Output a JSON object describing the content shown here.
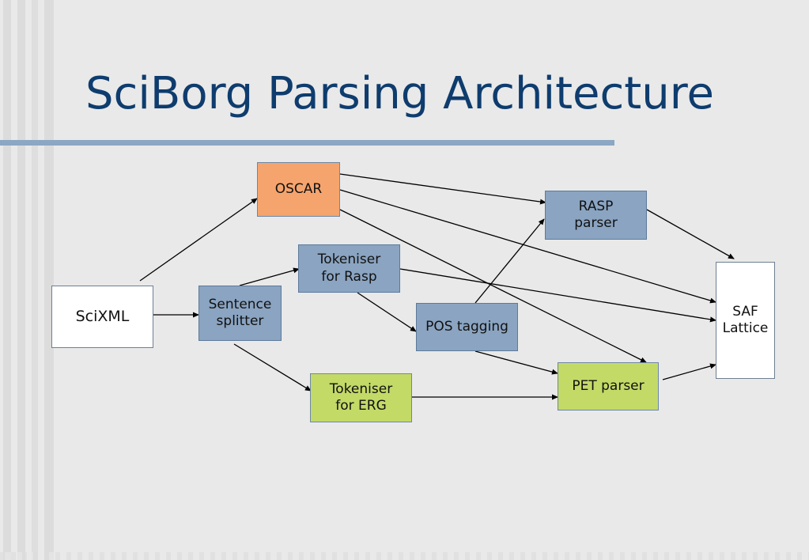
{
  "slide": {
    "title": "SciBorg Parsing Architecture"
  },
  "colors": {
    "title": "#0e3c6e",
    "rule": "#8ca7c3",
    "blue_box": "#8aa4c1",
    "orange_box": "#f6a46d",
    "green_box": "#c3da67",
    "white_box": "#ffffff",
    "arrow": "#000000"
  },
  "nodes": {
    "scixml": "SciXML",
    "oscar": "OSCAR",
    "sentence_splitter": "Sentence\nsplitter",
    "tokeniser_rasp": "Tokeniser\nfor Rasp",
    "tokeniser_erg": "Tokeniser\nfor ERG",
    "pos_tagging": "POS tagging",
    "rasp_parser": "RASP\nparser",
    "pet_parser": "PET parser",
    "saf_lattice": "SAF\nLattice"
  },
  "edges": [
    {
      "from": "SciXML",
      "to": "OSCAR"
    },
    {
      "from": "SciXML",
      "to": "Sentence splitter"
    },
    {
      "from": "Sentence splitter",
      "to": "Tokeniser for Rasp"
    },
    {
      "from": "Sentence splitter",
      "to": "Tokeniser for ERG"
    },
    {
      "from": "Tokeniser for Rasp",
      "to": "POS tagging"
    },
    {
      "from": "Tokeniser for Rasp",
      "to": "SAF Lattice"
    },
    {
      "from": "Tokeniser for ERG",
      "to": "PET parser"
    },
    {
      "from": "POS tagging",
      "to": "RASP parser"
    },
    {
      "from": "POS tagging",
      "to": "PET parser"
    },
    {
      "from": "OSCAR",
      "to": "RASP parser"
    },
    {
      "from": "OSCAR",
      "to": "SAF Lattice"
    },
    {
      "from": "OSCAR",
      "to": "PET parser"
    },
    {
      "from": "RASP parser",
      "to": "SAF Lattice"
    },
    {
      "from": "PET parser",
      "to": "SAF Lattice"
    }
  ]
}
